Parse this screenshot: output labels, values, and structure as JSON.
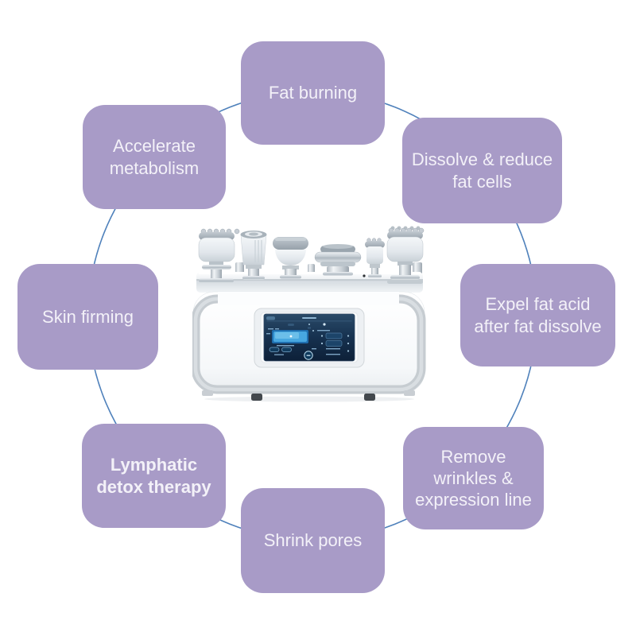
{
  "background_color": "#ffffff",
  "diagram": {
    "type": "circular-benefits-diagram",
    "connector_color": "#4f81bb",
    "node_fill": "#a89bc7",
    "node_text_color": "#f3f1f8",
    "nodes": [
      {
        "id": "fat-burning",
        "label": "Fat burning",
        "bold": false
      },
      {
        "id": "dissolve-reduce-fat-cells",
        "label": "Dissolve & reduce\nfat cells",
        "bold": false
      },
      {
        "id": "expel-fat-acid-after-fat-dissolve",
        "label": "Expel fat acid\nafter fat dissolve",
        "bold": false
      },
      {
        "id": "remove-wrinkles-expression-line",
        "label": "Remove\nwrinkles &\nexpression line",
        "bold": false
      },
      {
        "id": "shrink-pores",
        "label": "Shrink pores",
        "bold": false
      },
      {
        "id": "lymphatic-detox-therapy",
        "label": "Lymphatic\ndetox therapy",
        "bold": true
      },
      {
        "id": "skin-firming",
        "label": "Skin firming",
        "bold": false
      },
      {
        "id": "accelerate-metabolism",
        "label": "Accelerate\nmetabolism",
        "bold": false
      }
    ]
  },
  "center_image": {
    "name": "ultrasonic-cavitation-slimming-machine",
    "handpiece_count": 6,
    "display": "touchscreen"
  }
}
